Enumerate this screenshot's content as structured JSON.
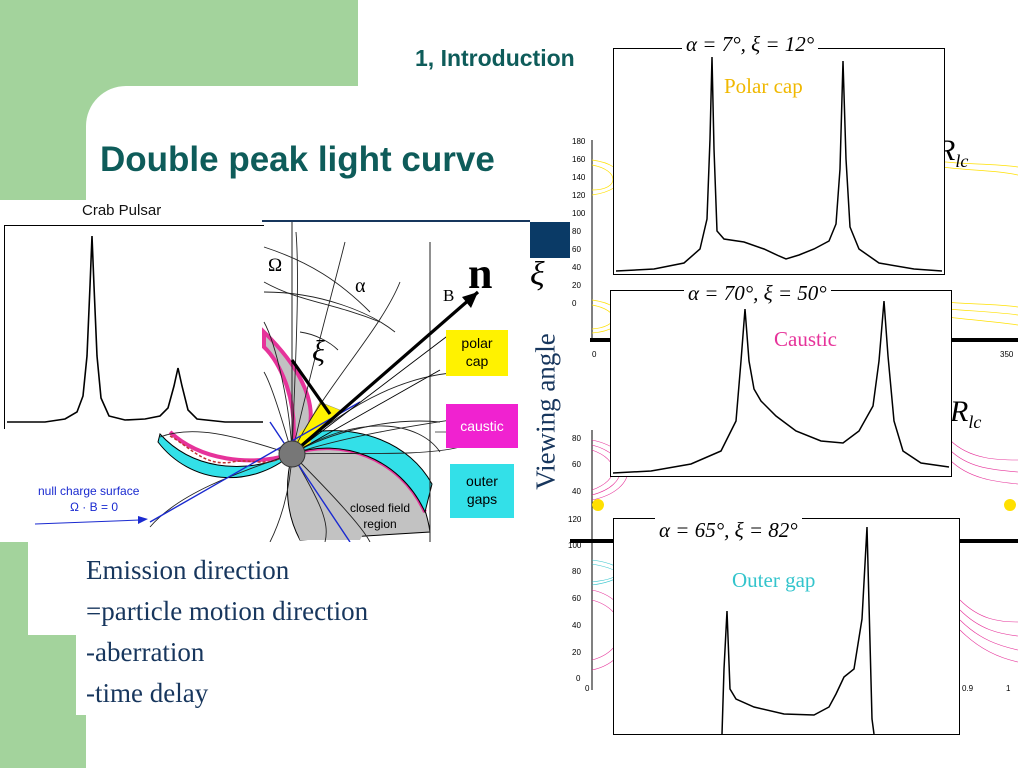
{
  "slide": {
    "section": "1, Introduction",
    "title": "Double peak light curve",
    "crab_label": "Crab Pulsar",
    "body_lines": [
      "Emission direction",
      "=particle motion direction",
      "-aberration",
      "-time delay"
    ],
    "viewing_angle": "Viewing angle",
    "colors": {
      "title": "#0e5c5a",
      "green": "#a3d39c",
      "polar": "#f0b800",
      "caustic": "#e6339a",
      "outer": "#33c4cc",
      "body": "#17365d"
    }
  },
  "diagram": {
    "omega": "Ω",
    "alpha": "α",
    "B": "B",
    "n": "n",
    "xi_top": "ξ",
    "xi_mid": "ξ",
    "polar_cap": [
      "polar",
      "cap"
    ],
    "caustic": "caustic",
    "outer_gaps": [
      "outer",
      "gaps"
    ],
    "null_surface": "null charge surface",
    "null_eq": "Ω · B = 0",
    "closed_field": [
      "closed field",
      "region"
    ]
  },
  "panels": [
    {
      "param": "α = 7°, ξ = 12°",
      "label": "Polar cap"
    },
    {
      "param": "α = 70°, ξ = 50°",
      "label": "Caustic"
    },
    {
      "param": "α = 65°, ξ = 82°",
      "label": "Outer gap"
    }
  ],
  "background_plots": {
    "rlc": "R",
    "rlc_sub": "lc",
    "ticks_left_top": [
      "180",
      "160",
      "140",
      "120",
      "100",
      "80",
      "60",
      "40",
      "20",
      "0"
    ],
    "ticks_left_mid": [
      "80",
      "60",
      "40"
    ],
    "ticks_left_bottom": [
      "120",
      "100",
      "80",
      "60",
      "40",
      "20",
      "0"
    ],
    "tick_0": "0",
    "tick_350": "350",
    "tick_09": "0.9",
    "tick_1": "1"
  }
}
